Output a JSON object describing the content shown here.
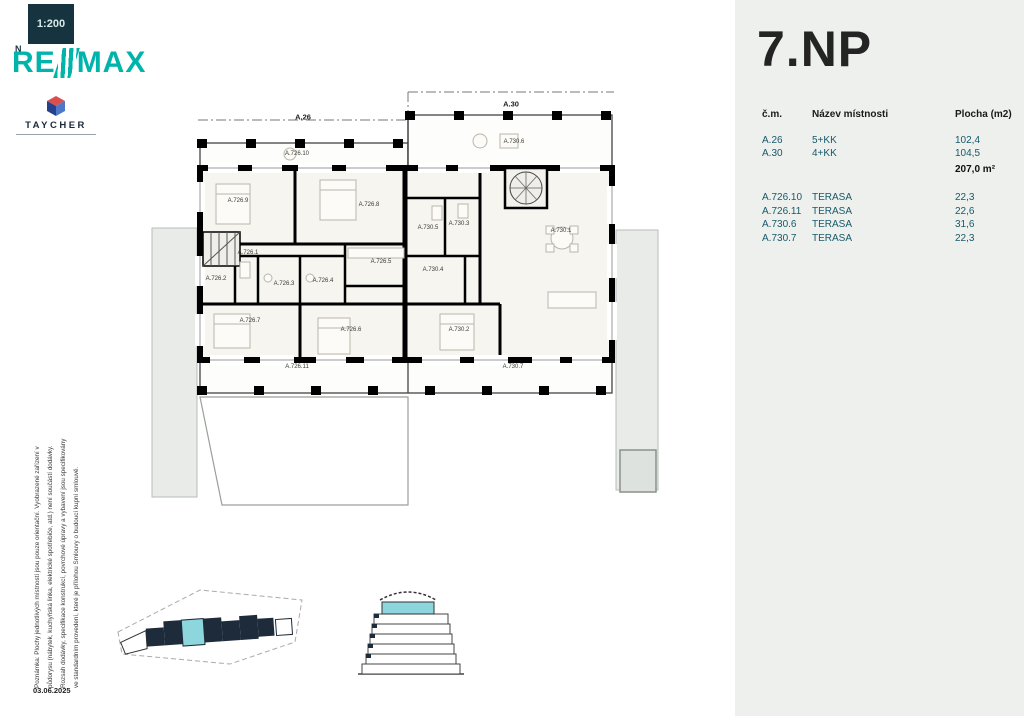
{
  "scale_badge": "1:200",
  "north_indicator": "N",
  "logos": {
    "remax_re": "RE",
    "remax_max": "MAX",
    "taycher": "TAYCHER"
  },
  "note": {
    "lines": [
      "Poznámka: Plochy jednotlivých místností jsou pouze orientační. Vyobrazené zařízení v",
      "půdorysu (nábytek, kuchyňská linka, elektrické spotřebiče, atd.) není součástí dodávky.",
      "Rozsah dodávky, specifikace konstrukcí, povrchové úpravy a vybavení jsou specifikovány",
      "ve standardním provedení, které je přílohou Smlouvy o budoucí kupní smlouvě."
    ],
    "date": "03.06.2025"
  },
  "panel": {
    "title": "7.NP",
    "headers": {
      "id": "č.m.",
      "name": "Název místnosti",
      "area": "Plocha (m2)"
    },
    "units": [
      {
        "id": "A.26",
        "name": "5+KK",
        "area": "102,4"
      },
      {
        "id": "A.30",
        "name": "4+KK",
        "area": "104,5"
      }
    ],
    "total": "207,0 m²",
    "terraces": [
      {
        "id": "A.726.10",
        "name": "TERASA",
        "area": "22,3"
      },
      {
        "id": "A.726.11",
        "name": "TERASA",
        "area": "22,6"
      },
      {
        "id": "A.730.6",
        "name": "TERASA",
        "area": "31,6"
      },
      {
        "id": "A.730.7",
        "name": "TERASA",
        "area": "22,3"
      }
    ]
  },
  "floorplan": {
    "labels": [
      "A.26",
      "A.30",
      "A.726.10",
      "A.730.6",
      "A.726.9",
      "A.726.8",
      "A.730.5",
      "A.730.3",
      "A.730.1",
      "A.726.1",
      "A.726.2",
      "A.726.3",
      "A.726.4",
      "A.726.5",
      "A.730.4",
      "A.726.7",
      "A.726.6",
      "A.730.2",
      "A.726.11",
      "A.730.7"
    ]
  },
  "colors": {
    "brand_teal": "#00b3ab",
    "panel_bg": "#edf0ec",
    "dark_navy": "#1e2b3b",
    "highlight_cyan": "#8ed6dd",
    "table_text": "#17596a"
  }
}
